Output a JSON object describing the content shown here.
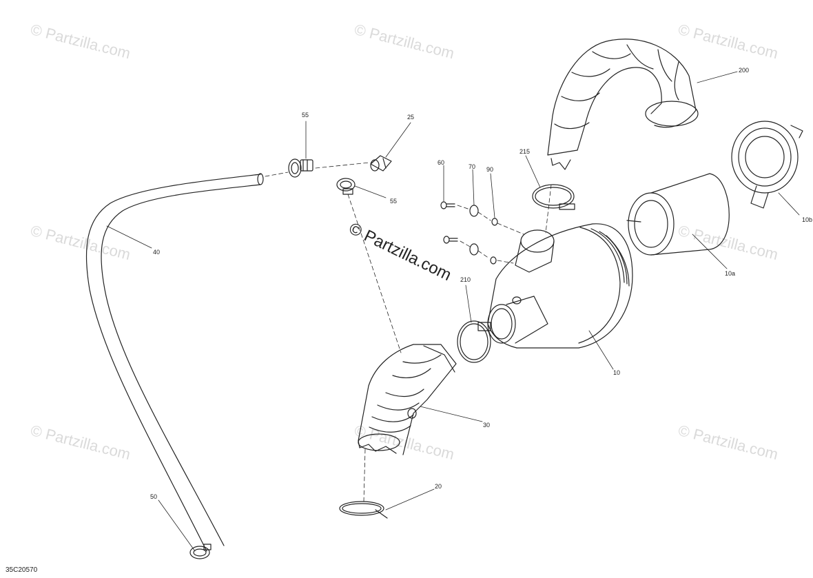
{
  "watermarks": {
    "text": "© Partzilla.com",
    "center_text": "© Partzilla.com"
  },
  "diagram_code": "35C20570",
  "callouts": {
    "p55a": "55",
    "p25": "25",
    "p55b": "55",
    "p60": "60",
    "p70": "70",
    "p90": "90",
    "p215": "215",
    "p200": "200",
    "p10b": "10b",
    "p40": "40",
    "p10a": "10a",
    "p210": "210",
    "p10": "10",
    "p30": "30",
    "p20": "20",
    "p50": "50"
  }
}
